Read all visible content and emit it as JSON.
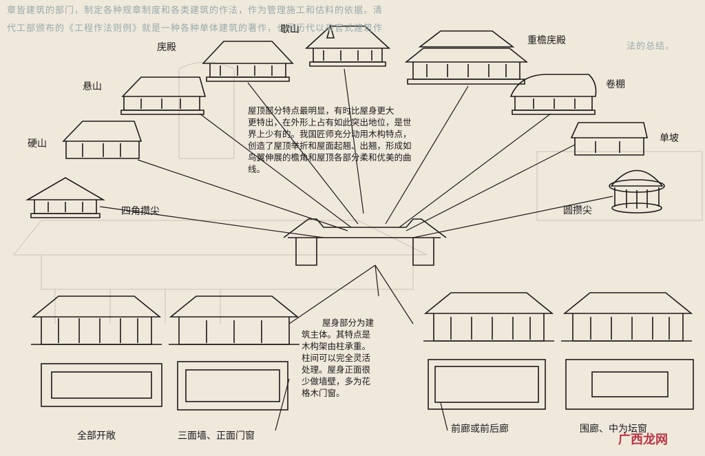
{
  "header_faint": [
    "章皆建筑的部门，制定各种规章制度和各类建筑的作法，作为管理施工和估料的依据。清",
    "代工部颁布的《工程作法则例》就是一种各种单体建筑的著作，也是历代以来官式建筑作",
    "法的总结。"
  ],
  "labels": {
    "wudian": "庑殿",
    "xieshan": "歇山",
    "chongyan": "重檐庑殿",
    "xuanshan": "悬山",
    "juanpeng": "卷棚",
    "yingshan": "硬山",
    "danpo": "单坡",
    "sijiao": "四角攒尖",
    "yuancuan": "圆攒尖",
    "quanbu": "全部开敞",
    "sanmian": "三面墙、正面门窗",
    "qianlang": "前廊或前后廊",
    "weilang": "围廊、中为坛窗"
  },
  "roof_text": [
    "屋顶部分特点最明显，有时比屋身更大",
    "更特出，在外形上占有如此突出地位，是世",
    "界上少有的。我国匠师充分动用木构特点，",
    "创造了屋顶举折和屋面起翘、出翘，形成如",
    "鸟翼伸展的檐角和屋顶各部分柔和优美的曲",
    "线。"
  ],
  "body_text": [
    "屋身部分为建",
    "筑主体。其特点是",
    "木构架由柱承重。",
    "柱间可以完全灵活",
    "处理。屋身正面很",
    "少做墙壁，多为花",
    "格木门窗。"
  ],
  "watermark": "广西龙网"
}
